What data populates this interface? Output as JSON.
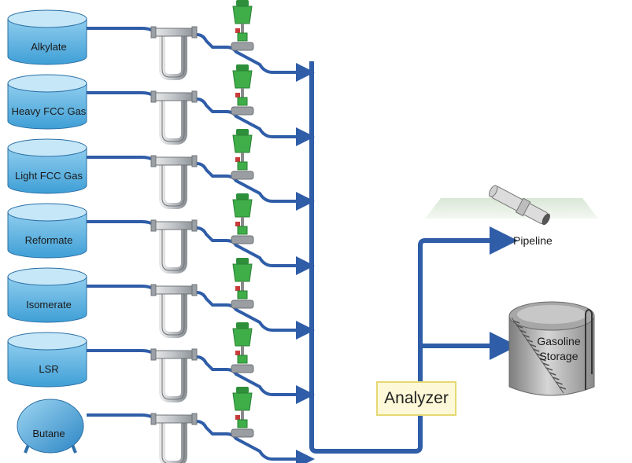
{
  "feeds": [
    {
      "label": "Alkylate",
      "tank": "cylinder"
    },
    {
      "label": "Heavy FCC Gas",
      "tank": "cylinder"
    },
    {
      "label": "Light FCC Gas",
      "tank": "cylinder"
    },
    {
      "label": "Reformate",
      "tank": "cylinder"
    },
    {
      "label": "Isomerate",
      "tank": "cylinder"
    },
    {
      "label": "LSR",
      "tank": "cylinder"
    },
    {
      "label": "Butane",
      "tank": "sphere"
    }
  ],
  "analyzer": {
    "label": "Analyzer"
  },
  "outputs": {
    "pipeline": {
      "label": "Pipeline"
    },
    "storage": {
      "label_line1": "Gasoline",
      "label_line2": "Storage"
    }
  },
  "colors": {
    "pipe": "#2f5da8",
    "tank_top": "#bfe3f6",
    "tank_body": "#4aa6da",
    "valve": "#3fae49",
    "meter": "#9aa0a6",
    "storage": "#9a9a9a",
    "analyzer_fill": "#fdf9d8"
  }
}
